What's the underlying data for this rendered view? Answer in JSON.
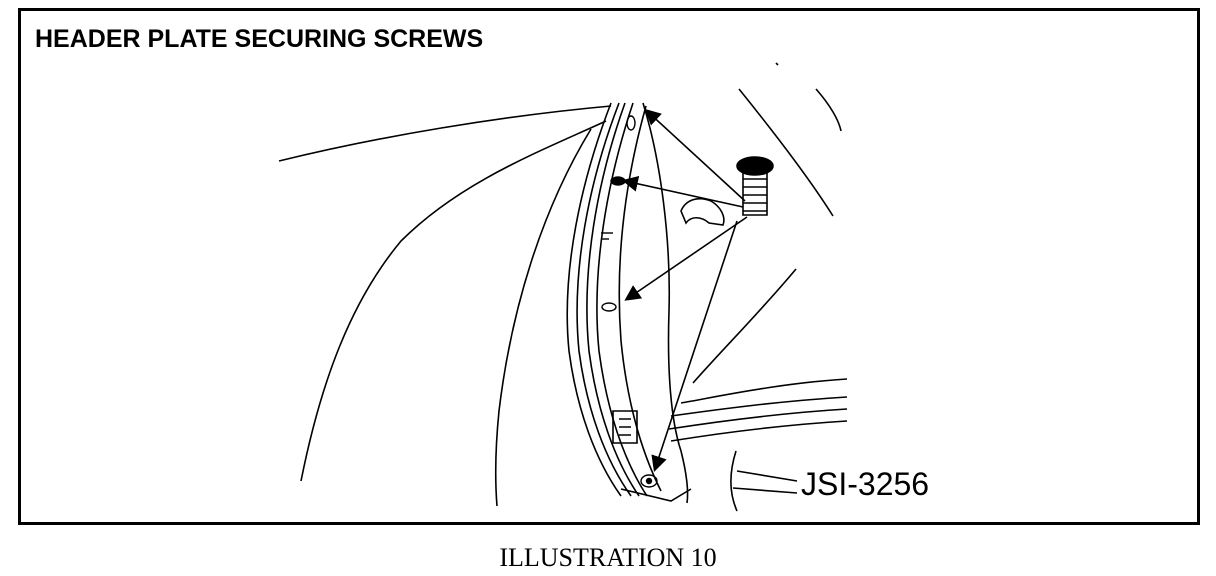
{
  "figure": {
    "title": "HEADER PLATE SECURING SCREWS",
    "reference_code": "JSI-3256",
    "caption": "ILLUSTRATION 10",
    "line_color": "#000000",
    "background_color": "#ffffff"
  }
}
